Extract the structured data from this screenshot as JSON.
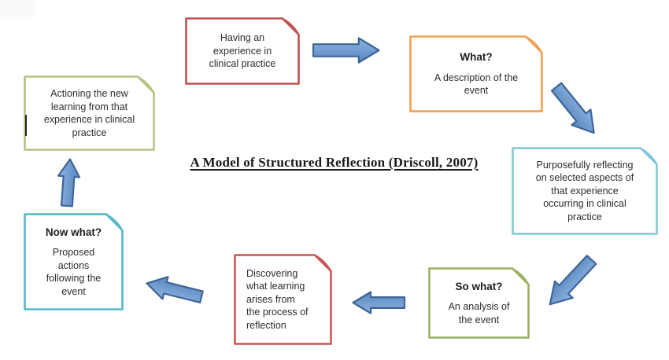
{
  "title": "A Model of Structured Reflection (Driscoll, 2007)",
  "nodes": [
    {
      "id": "having-experience",
      "heading": "",
      "body": "Having an\nexperience in\nclinical practice",
      "border": "#bf5350"
    },
    {
      "id": "what",
      "heading": "What?",
      "body": "A description of the\nevent",
      "border": "#efa050"
    },
    {
      "id": "purposefully-reflecting",
      "heading": "",
      "body": "Purposefully reflecting\non selected aspects of\nthat experience\noccurring in clinical\npractice",
      "border": "#82c7d9"
    },
    {
      "id": "so-what",
      "heading": "So what?",
      "body": "An analysis of\nthe event",
      "border": "#9cb162"
    },
    {
      "id": "discovering",
      "heading": "",
      "body": "Discovering\nwhat learning\narises from\nthe process of\nreflection",
      "border": "#cb5552"
    },
    {
      "id": "now-what",
      "heading": "Now what?",
      "body": "Proposed\nactions\nfollowing the\nevent",
      "border": "#54b7ca"
    },
    {
      "id": "actioning",
      "heading": "",
      "body": "Actioning the new\nlearning from that\nexperience in clinical\npractice",
      "border": "#b6c483"
    }
  ],
  "colors": {
    "arrow_fill_light": "#8fb5de",
    "arrow_fill_dark": "#5585c0",
    "arrow_stroke": "#3f6598",
    "title_color": "#181818",
    "background": "#ffffff"
  }
}
